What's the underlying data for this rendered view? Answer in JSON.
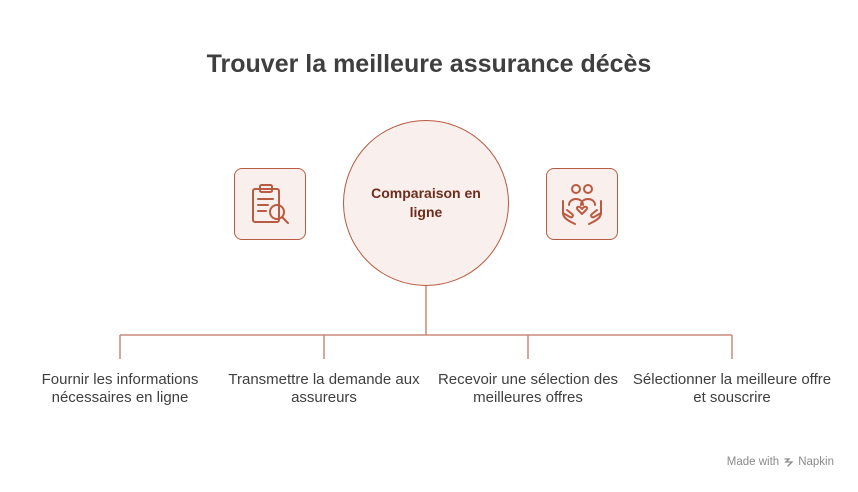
{
  "title": "Trouver la meilleure assurance décès",
  "hub": {
    "label": "Comparaison en ligne"
  },
  "icons": {
    "left": "clipboard-search-icon",
    "right": "family-care-icon"
  },
  "steps": [
    {
      "label": "Fournir les informations nécessaires en ligne"
    },
    {
      "label": "Transmettre la demande aux assureurs"
    },
    {
      "label": "Recevoir une sélection des meilleures offres"
    },
    {
      "label": "Sélectionner la meilleure offre et souscrire"
    }
  ],
  "footer": {
    "made_with": "Made with",
    "brand": "Napkin"
  },
  "colors": {
    "accent": "#b95b42",
    "accent_fill": "#f9efec",
    "hub_text": "#6e2d1c",
    "text": "#3f3f3f",
    "muted": "#8a8a8a"
  }
}
